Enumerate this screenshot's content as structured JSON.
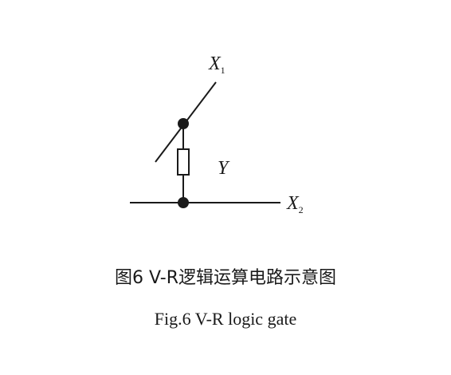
{
  "diagram": {
    "labels": {
      "x1_var": "X",
      "x1_sub": "1",
      "x2_var": "X",
      "x2_sub": "2",
      "y_var": "Y"
    },
    "colors": {
      "stroke": "#1a1a1a"
    }
  },
  "caption": {
    "chinese": "图6 V-R逻辑运算电路示意图",
    "english": "Fig.6 V-R logic gate"
  }
}
